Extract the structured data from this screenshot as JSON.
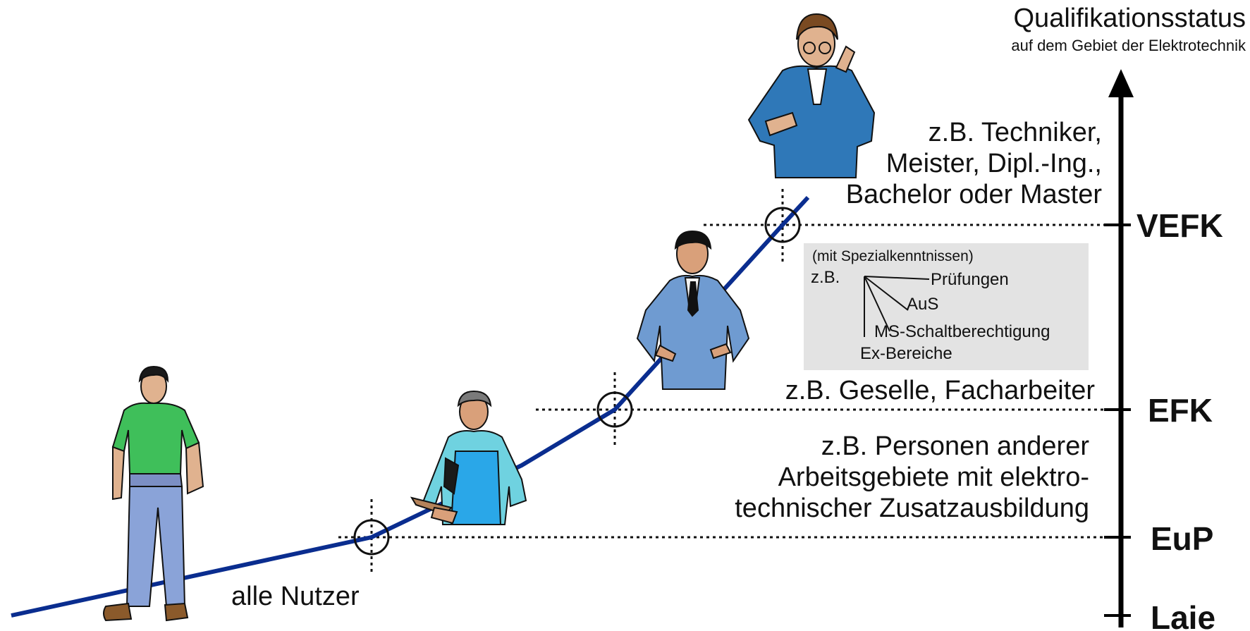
{
  "axis": {
    "title": "Qualifikationsstatus",
    "subtitle": "auf dem Gebiet der Elektrotechnik"
  },
  "levels": [
    {
      "id": "vefk",
      "label": "VEFK"
    },
    {
      "id": "efk",
      "label": "EFK"
    },
    {
      "id": "eup",
      "label": "EuP"
    },
    {
      "id": "laie",
      "label": "Laie"
    }
  ],
  "descriptions": {
    "top": [
      "z.B. Techniker,",
      "Meister, Dipl.-Ing.,",
      "Bachelor oder Master"
    ],
    "efk": "z.B. Geselle, Facharbeiter",
    "eup": [
      "z.B. Personen anderer",
      "Arbeitsgebiete mit elektro-",
      "technischer Zusatzausbildung"
    ],
    "users": "alle Nutzer"
  },
  "special_box": {
    "header": "(mit Spezialkenntnissen)",
    "prefix": "z.B.",
    "items": [
      "Prüfungen",
      "AuS",
      "MS-Schaltberechtigung",
      "Ex-Bereiche"
    ]
  },
  "colors": {
    "curve": "#0a2d8f",
    "box": "#e3e3e3",
    "green_shirt": "#3fbf5a",
    "jeans": "#8aa3d8",
    "light_blue_coat": "#6f9bd1",
    "apron": "#2aa7e8",
    "teal_shirt": "#6fd2e0",
    "dark_blue_coat": "#2f78b8"
  }
}
